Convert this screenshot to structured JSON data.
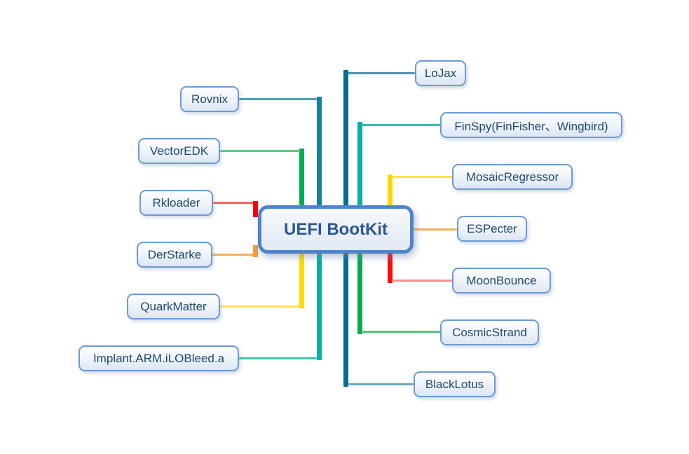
{
  "diagram": {
    "root": {
      "label": "UEFI BootKit"
    },
    "left_branches": [
      {
        "label": "Rovnix",
        "color": "#1580A0",
        "line_color": "#4E9EB6"
      },
      {
        "label": "VectorEDK",
        "color": "#00AD4F",
        "line_color": "#66C687"
      },
      {
        "label": "Rkloader",
        "color": "#FF0000",
        "line_color": "#F4695F"
      },
      {
        "label": "DerStarke",
        "color": "#F79A3E",
        "line_color": "#F9AC57"
      },
      {
        "label": "QuarkMatter",
        "color": "#FFD900",
        "line_color": "#FFE14D"
      },
      {
        "label": "Implant.ARM.iLOBleed.a",
        "color": "#00B1A5",
        "line_color": "#40C2B3"
      }
    ],
    "right_branches": [
      {
        "label": "LoJax",
        "color": "#016F8C",
        "line_color": "#4498AF"
      },
      {
        "label": "FinSpy(FinFisher、Wingbird)",
        "color": "#00B1A5",
        "line_color": "#35C0B0"
      },
      {
        "label": "MosaicRegressor",
        "color": "#FFD900",
        "line_color": "#FFE14D"
      },
      {
        "label": "ESPecter",
        "color": "#F9AC57",
        "line_color": "#F9AC57"
      },
      {
        "label": "MoonBounce",
        "color": "#FF0A0A",
        "line_color": "#F59089"
      },
      {
        "label": "CosmicStrand",
        "color": "#00AD4F",
        "line_color": "#5BC27E"
      },
      {
        "label": "BlackLotus",
        "color": "#016F8C",
        "line_color": "#69ABC1"
      }
    ],
    "colors": {
      "node_border": "#6B9AD7",
      "root_border": "#4F84CB",
      "node_text": "#1D4972",
      "root_text": "#2B5797"
    }
  }
}
